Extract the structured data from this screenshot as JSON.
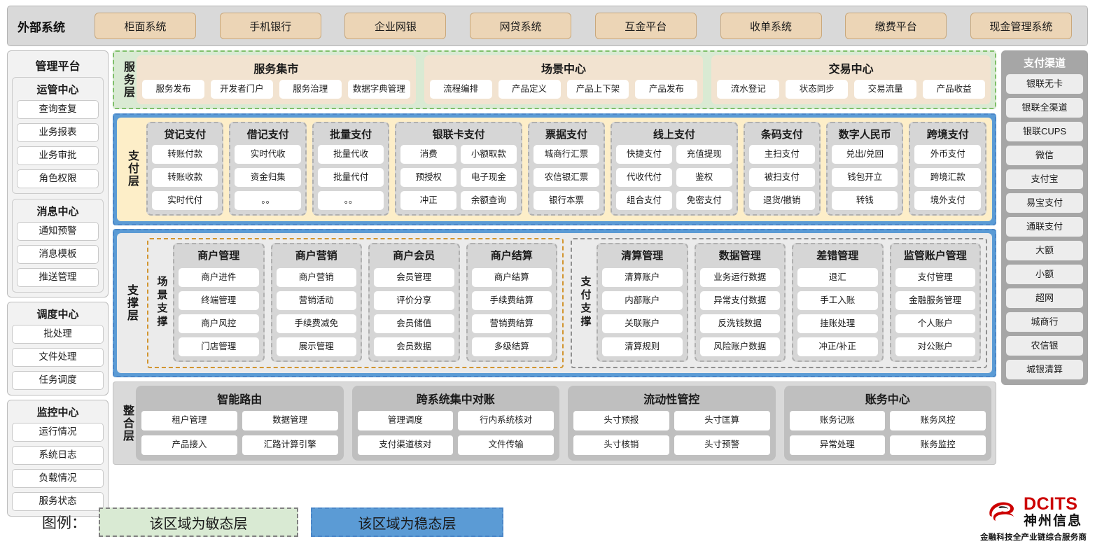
{
  "external": {
    "title": "外部系统",
    "items": [
      "柜面系统",
      "手机银行",
      "企业网银",
      "网贷系统",
      "互金平台",
      "收单系统",
      "缴费平台",
      "现金管理系统"
    ]
  },
  "management": {
    "title": "管理平台",
    "groups": [
      {
        "title": "运管中心",
        "items": [
          "查询查复",
          "业务报表",
          "业务审批",
          "角色权限"
        ]
      },
      {
        "title": "消息中心",
        "items": [
          "通知预警",
          "消息模板",
          "推送管理"
        ]
      }
    ],
    "standalone_groups": [
      {
        "title": "调度中心",
        "items": [
          "批处理",
          "文件处理",
          "任务调度"
        ]
      },
      {
        "title": "监控中心",
        "items": [
          "运行情况",
          "系统日志",
          "负载情况",
          "服务状态"
        ]
      }
    ]
  },
  "service_layer": {
    "label": "服务层",
    "cards": [
      {
        "title": "服务集市",
        "items": [
          "服务发布",
          "开发者门户",
          "服务治理",
          "数据字典管理"
        ]
      },
      {
        "title": "场景中心",
        "items": [
          "流程编排",
          "产品定义",
          "产品上下架",
          "产品发布"
        ]
      },
      {
        "title": "交易中心",
        "items": [
          "流水登记",
          "状态同步",
          "交易流量",
          "产品收益"
        ]
      }
    ]
  },
  "pay_layer": {
    "label": "支付层",
    "columns": [
      {
        "title": "贷记支付",
        "cols": [
          [
            "转账付款",
            "转账收款",
            "实时代付"
          ]
        ]
      },
      {
        "title": "借记支付",
        "cols": [
          [
            "实时代收",
            "资金归集",
            "。。"
          ]
        ]
      },
      {
        "title": "批量支付",
        "cols": [
          [
            "批量代收",
            "批量代付",
            "。。"
          ]
        ]
      },
      {
        "title": "银联卡支付",
        "cols": [
          [
            "消费",
            "预授权",
            "冲正"
          ],
          [
            "小额取款",
            "电子现金",
            "余额查询"
          ]
        ]
      },
      {
        "title": "票据支付",
        "cols": [
          [
            "城商行汇票",
            "农信银汇票",
            "银行本票"
          ]
        ]
      },
      {
        "title": "线上支付",
        "cols": [
          [
            "快捷支付",
            "代收代付",
            "组合支付"
          ],
          [
            "充值提现",
            "鉴权",
            "免密支付"
          ]
        ]
      },
      {
        "title": "条码支付",
        "cols": [
          [
            "主扫支付",
            "被扫支付",
            "退货/撤销"
          ]
        ]
      },
      {
        "title": "数字人民币",
        "cols": [
          [
            "兑出/兑回",
            "钱包开立",
            "转钱"
          ]
        ]
      },
      {
        "title": "跨境支付",
        "cols": [
          [
            "外币支付",
            "跨境汇款",
            "境外支付"
          ]
        ]
      }
    ]
  },
  "support_layer": {
    "label": "支撑层",
    "zones": [
      {
        "label": "场景支撑",
        "columns": [
          {
            "title": "商户管理",
            "items": [
              "商户进件",
              "终端管理",
              "商户风控",
              "门店管理"
            ]
          },
          {
            "title": "商户营销",
            "items": [
              "商户营销",
              "营销活动",
              "手续费减免",
              "展示管理"
            ]
          },
          {
            "title": "商户会员",
            "items": [
              "会员管理",
              "评价分享",
              "会员储值",
              "会员数据"
            ]
          },
          {
            "title": "商户结算",
            "items": [
              "商户结算",
              "手续费结算",
              "营销费结算",
              "多级结算"
            ]
          }
        ]
      },
      {
        "label": "支付支撑",
        "columns": [
          {
            "title": "清算管理",
            "items": [
              "清算账户",
              "内部账户",
              "关联账户",
              "清算规则"
            ]
          },
          {
            "title": "数据管理",
            "items": [
              "业务运行数据",
              "异常支付数据",
              "反洗钱数据",
              "风险账户数据"
            ]
          },
          {
            "title": "差错管理",
            "items": [
              "退汇",
              "手工入账",
              "挂账处理",
              "冲正/补正"
            ]
          },
          {
            "title": "监管账户管理",
            "items": [
              "支付管理",
              "金融服务管理",
              "个人账户",
              "对公账户"
            ]
          }
        ]
      }
    ]
  },
  "integration_layer": {
    "label": "整合层",
    "cards": [
      {
        "title": "智能路由",
        "items": [
          "租户管理",
          "数据管理",
          "产品接入",
          "汇路计算引擎"
        ]
      },
      {
        "title": "跨系统集中对账",
        "items": [
          "管理调度",
          "行内系统核对",
          "支付渠道核对",
          "文件传输"
        ]
      },
      {
        "title": "流动性管控",
        "items": [
          "头寸预报",
          "头寸匡算",
          "头寸核销",
          "头寸预警"
        ]
      },
      {
        "title": "账务中心",
        "items": [
          "账务记账",
          "账务风控",
          "异常处理",
          "账务监控"
        ]
      }
    ]
  },
  "channels": {
    "title": "支付渠道",
    "items": [
      "银联无卡",
      "银联全渠道",
      "银联CUPS",
      "微信",
      "支付宝",
      "易宝支付",
      "通联支付",
      "大额",
      "小额",
      "超网",
      "城商行",
      "农信银",
      "城银清算"
    ]
  },
  "legend": {
    "label": "图例：",
    "agile": "该区域为敏态层",
    "stable": "该区域为稳态层",
    "agile_color": "#d9ead3",
    "stable_color": "#5b9bd5"
  },
  "logo": {
    "en": "DCITS",
    "cn": "神州信息",
    "tagline": "金融科技全产业链综合服务商",
    "brand_color": "#cc0000"
  }
}
